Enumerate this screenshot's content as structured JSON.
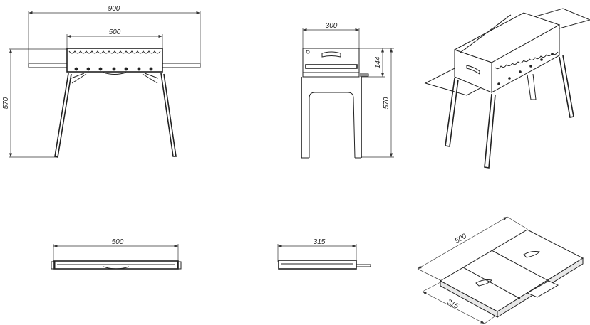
{
  "drawing": {
    "front_view": {
      "width_total": "900",
      "box_width": "500",
      "height": "570"
    },
    "side_view": {
      "depth": "300",
      "box_height": "144",
      "height": "570"
    },
    "folded_front": {
      "length": "500"
    },
    "folded_side": {
      "depth": "315"
    },
    "folded_iso": {
      "length": "500",
      "depth": "315"
    }
  }
}
